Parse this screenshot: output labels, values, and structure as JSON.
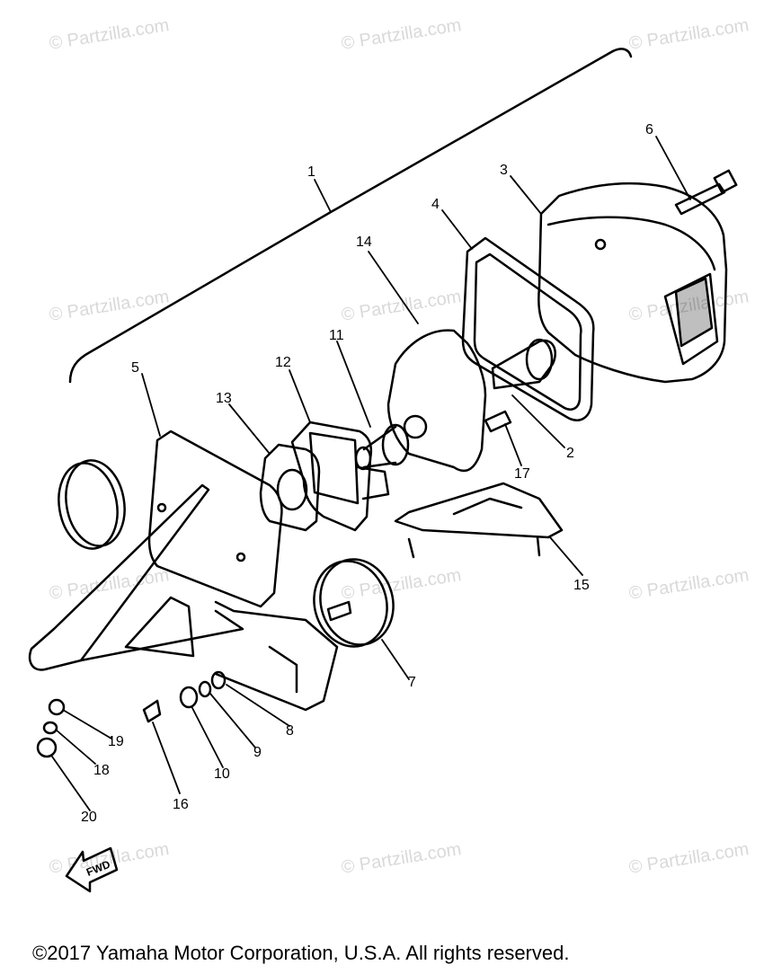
{
  "watermark": "© Partzilla.com",
  "callouts": {
    "c1": "1",
    "c2": "2",
    "c3": "3",
    "c4": "4",
    "c5": "5",
    "c6": "6",
    "c7": "7",
    "c8": "8",
    "c9": "9",
    "c10": "10",
    "c11": "11",
    "c12": "12",
    "c13": "13",
    "c14": "14",
    "c15": "15",
    "c16": "16",
    "c17": "17",
    "c18": "18",
    "c19": "19",
    "c20": "20"
  },
  "fwd_label": "FWD",
  "copyright": "©2017  Yamaha Motor Corporation, U.S.A. All rights reserved.",
  "colors": {
    "line": "#000000",
    "watermark": "#d9d9d9",
    "background": "#ffffff"
  }
}
